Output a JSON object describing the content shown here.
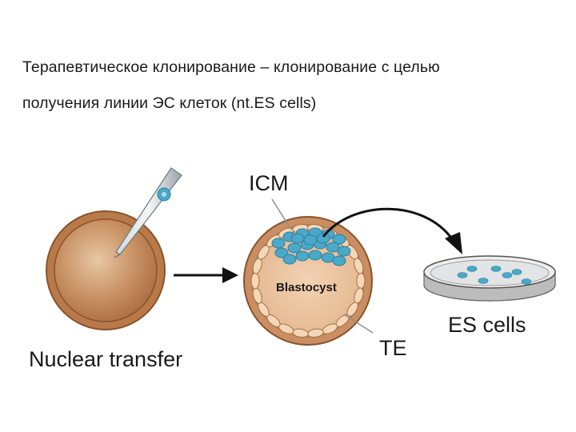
{
  "caption": {
    "line1": "Терапевтическое клонирование – клонирование с целью",
    "line2": "получения линии ЭС клеток (nt.ES cells)"
  },
  "diagram": {
    "nuclear_transfer_label": "Nuclear transfer",
    "icm_label": "ICM",
    "blastocyst_label": "Blastocyst",
    "te_label": "TE",
    "es_cells_label": "ES cells"
  },
  "colors": {
    "egg_fill": "#c08a5e",
    "egg_border": "#9a5f34",
    "cell_blue": "#4aa8c8",
    "arrow": "#111111"
  }
}
